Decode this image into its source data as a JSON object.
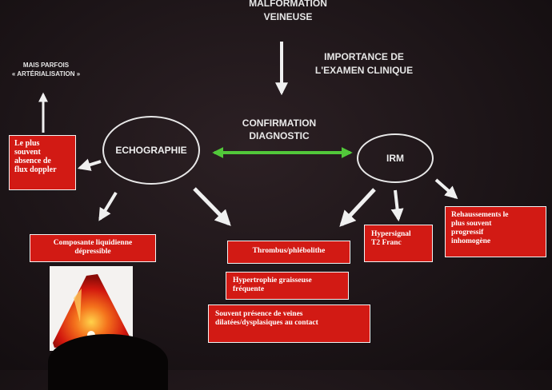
{
  "title": {
    "line1": "MALFORMATION",
    "line2": "VEINEUSE"
  },
  "notes": {
    "exam_line1": "IMPORTANCE DE",
    "exam_line2": "L'EXAMEN CLINIQUE",
    "mais_line1": "MAIS PARFOIS",
    "mais_line2": "« ARTÉRIALISATION »",
    "confirm_line1": "CONFIRMATION",
    "confirm_line2": "DIAGNOSTIC"
  },
  "nodes": {
    "echo": "ECHOGRAPHIE",
    "irm": "IRM"
  },
  "boxes": {
    "flux": [
      "Le plus",
      "souvent",
      "absence de",
      "flux doppler"
    ],
    "composante": [
      "Composante liquidienne",
      "dépressible"
    ],
    "thrombus": "Thrombus/phlébolithe",
    "hypertrophie": [
      "Hypertrophie graisseuse",
      "fréquente"
    ],
    "souvent": [
      "Souvent présence de veines",
      "dilatées/dysplasiques au contact"
    ],
    "hypersignal": [
      "Hypersignal",
      "T2 Franc"
    ],
    "rehaussement": [
      "Rehaussements le",
      "plus souvent",
      "progressif",
      "inhomogène"
    ]
  },
  "colors": {
    "box_red": "#d21a14",
    "double_arrow": "#52c83a",
    "arrow_white": "#f0f0f0",
    "background": "#1d1518"
  }
}
